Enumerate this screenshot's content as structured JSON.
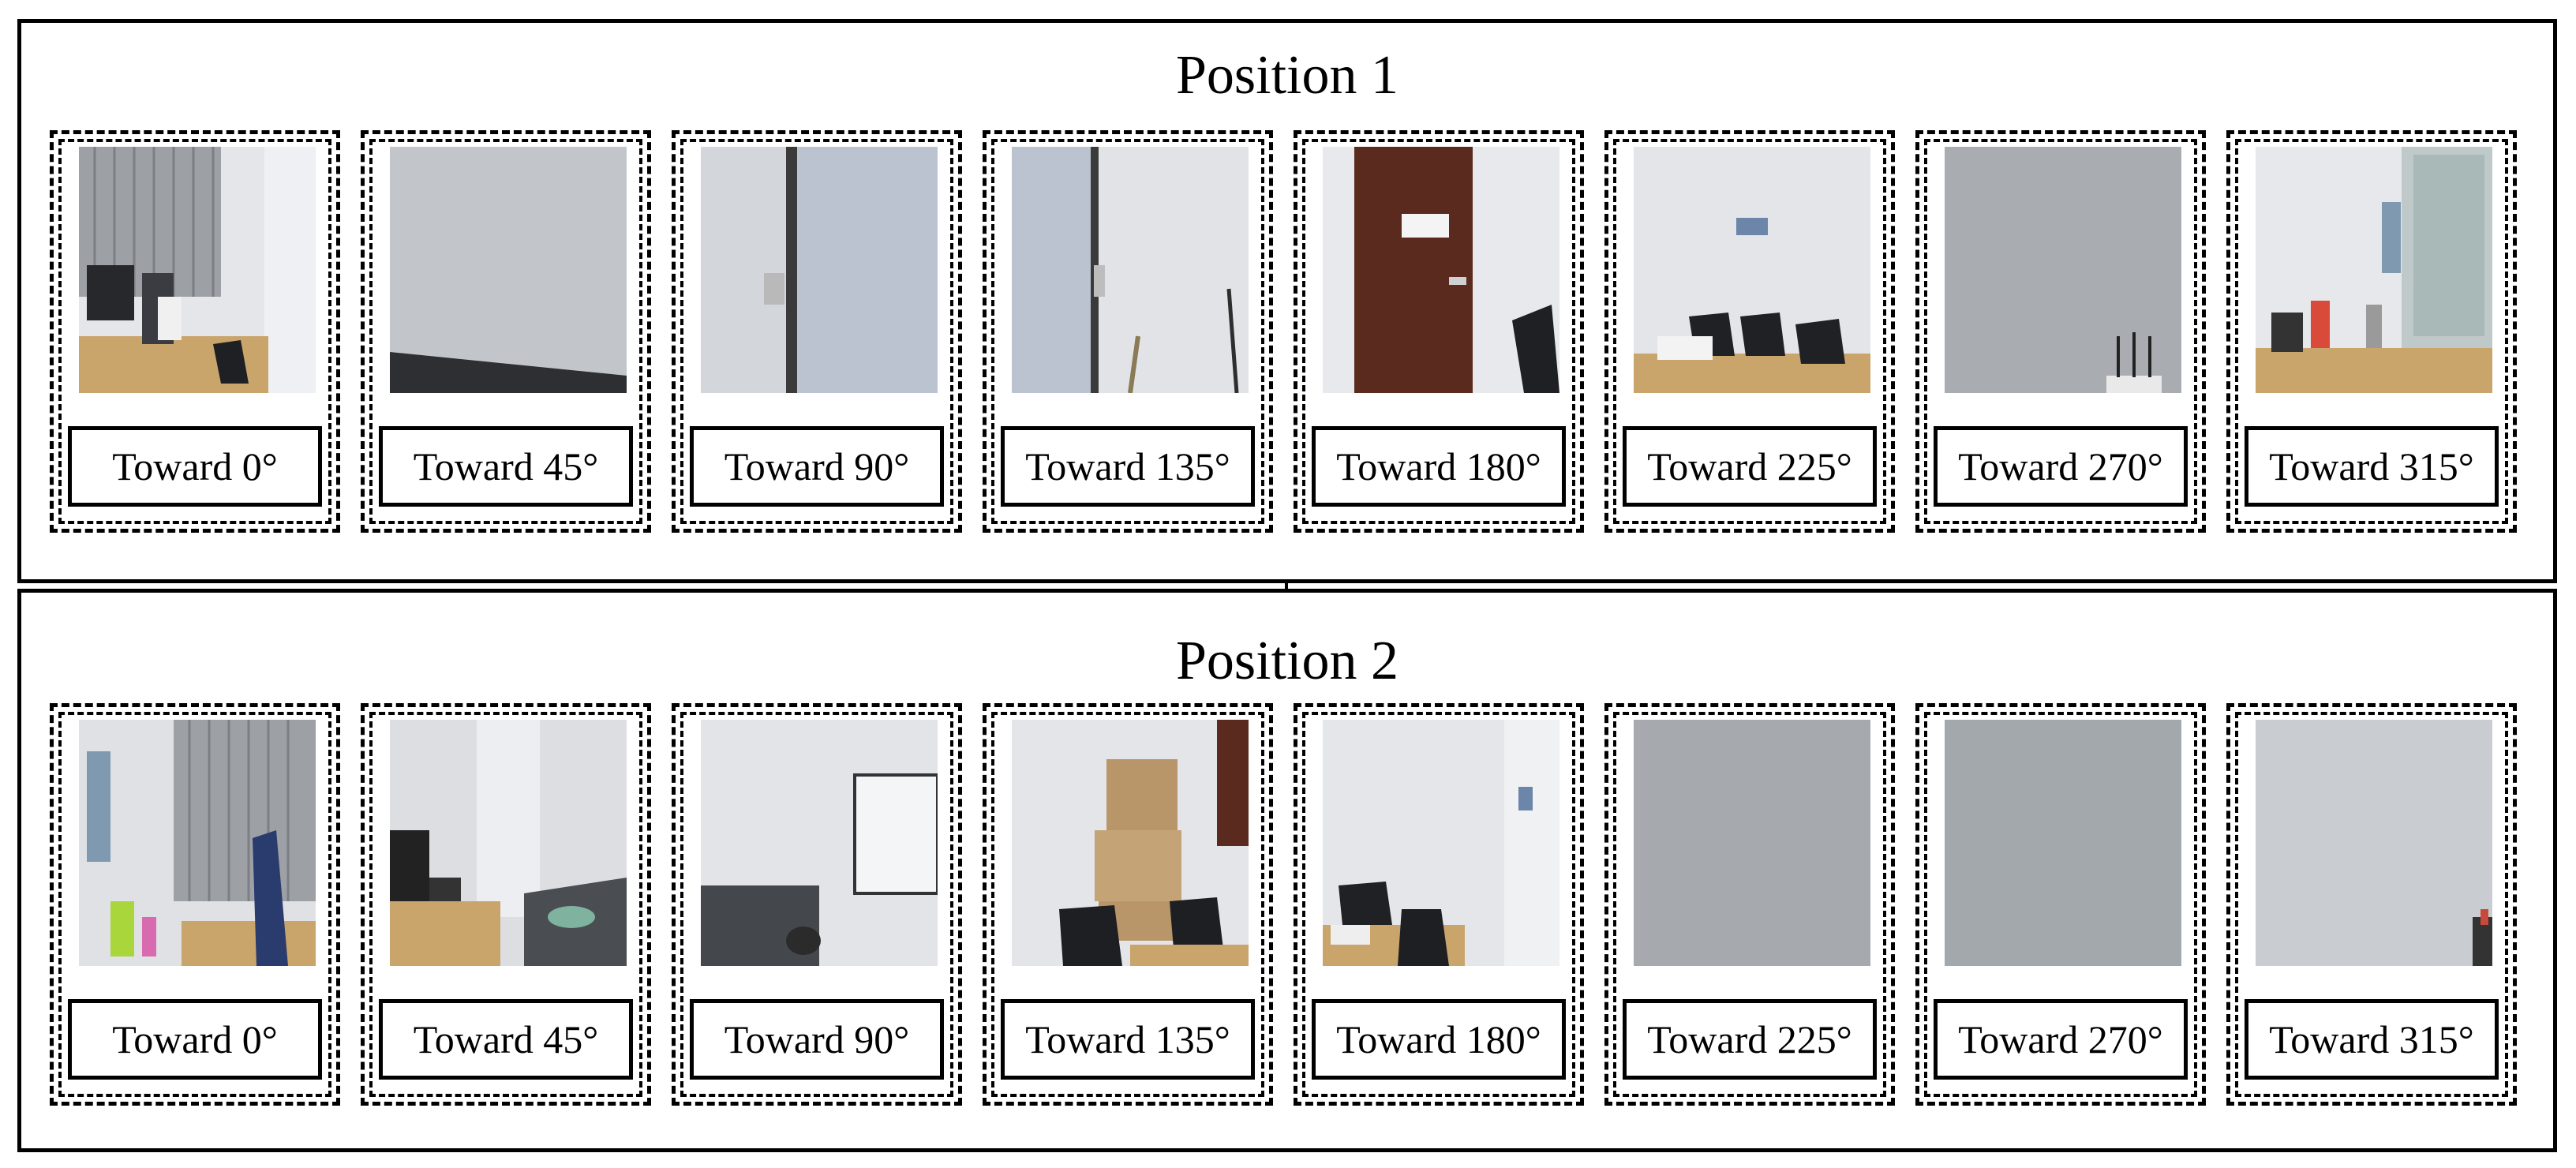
{
  "positions": [
    {
      "title": "Position 1",
      "views": [
        {
          "label": "Toward 0°",
          "scene": "desk-window-curtain"
        },
        {
          "label": "Toward 45°",
          "scene": "plain-wall-floor"
        },
        {
          "label": "Toward 90°",
          "scene": "whiteboard-edge"
        },
        {
          "label": "Toward 135°",
          "scene": "whiteboard-corner"
        },
        {
          "label": "Toward 180°",
          "scene": "wooden-door"
        },
        {
          "label": "Toward 225°",
          "scene": "meeting-table-projector"
        },
        {
          "label": "Toward 270°",
          "scene": "plain-wall-router"
        },
        {
          "label": "Toward 315°",
          "scene": "cabinet-kettle"
        }
      ]
    },
    {
      "title": "Position 2",
      "views": [
        {
          "label": "Toward 0°",
          "scene": "window-chair-bottles"
        },
        {
          "label": "Toward 45°",
          "scene": "desk-sofa-pillar"
        },
        {
          "label": "Toward 90°",
          "scene": "sofa-whiteboard"
        },
        {
          "label": "Toward 135°",
          "scene": "boxes-chairs-table"
        },
        {
          "label": "Toward 180°",
          "scene": "meeting-room-corner"
        },
        {
          "label": "Toward 225°",
          "scene": "plain-wall-grey"
        },
        {
          "label": "Toward 270°",
          "scene": "plain-wall-grey"
        },
        {
          "label": "Toward 315°",
          "scene": "plain-wall-light"
        }
      ]
    }
  ],
  "colors": {
    "wall": "#d7dadf",
    "wall_grey": "#a7abb0",
    "desk": "#c9a46b",
    "door": "#5a2a1e",
    "dark": "#2e2f33",
    "curtain": "#8f9397"
  }
}
